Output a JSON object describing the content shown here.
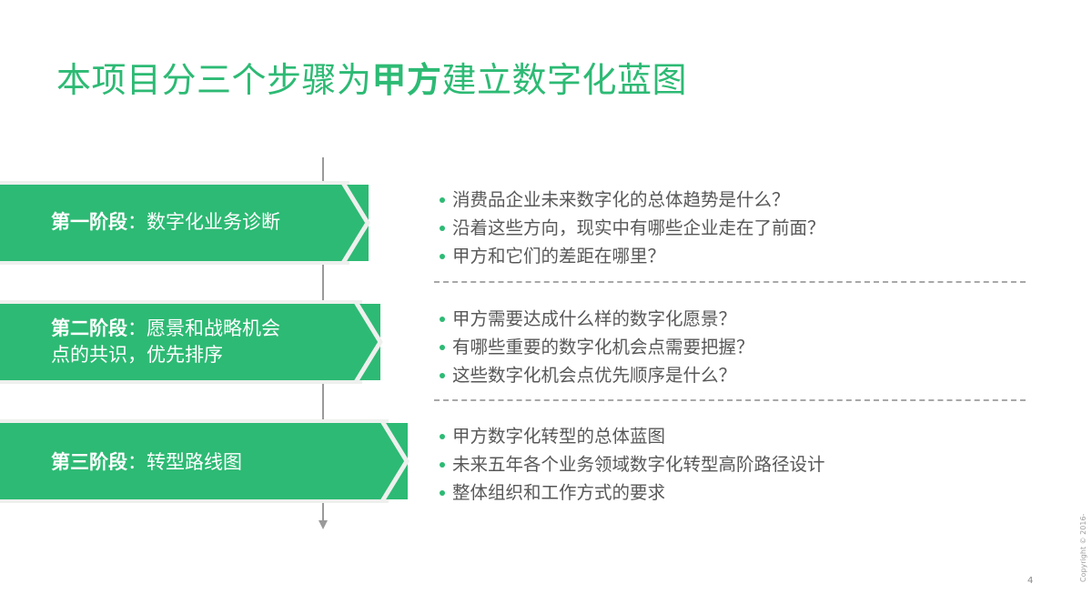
{
  "title": {
    "prefix": "本项目分三个步骤为",
    "emphasis": "甲方",
    "suffix": "建立数字化蓝图"
  },
  "colors": {
    "accent": "#2dba74",
    "banner_border": "#eef0ee",
    "bullet_text": "#585858",
    "timeline": "#9a9a9a",
    "divider": "#a8a8a8"
  },
  "stages": [
    {
      "label": "第一阶段",
      "separator": "：",
      "name_line1": "数字化业务诊断",
      "name_line2": ""
    },
    {
      "label": "第二阶段",
      "separator": "：",
      "name_line1": "愿景和战略机会",
      "name_line2": "点的共识，优先排序"
    },
    {
      "label": "第三阶段",
      "separator": "：",
      "name_line1": "转型路线图",
      "name_line2": ""
    }
  ],
  "questions": [
    {
      "items": [
        "消费品企业未来数字化的总体趋势是什么？",
        "沿着这些方向，现实中有哪些企业走在了前面？",
        "甲方和它们的差距在哪里？"
      ]
    },
    {
      "items": [
        "甲方需要达成什么样的数字化愿景？",
        "有哪些重要的数字化机会点需要把握？",
        "这些数字化机会点优先顺序是什么？"
      ]
    },
    {
      "items": [
        "甲方数字化转型的总体蓝图",
        "未来五年各个业务领域数字化转型高阶路径设计",
        "整体组织和工作方式的要求"
      ]
    }
  ],
  "footer": {
    "page_number": "4",
    "copyright": "Copyright © 2016-"
  }
}
